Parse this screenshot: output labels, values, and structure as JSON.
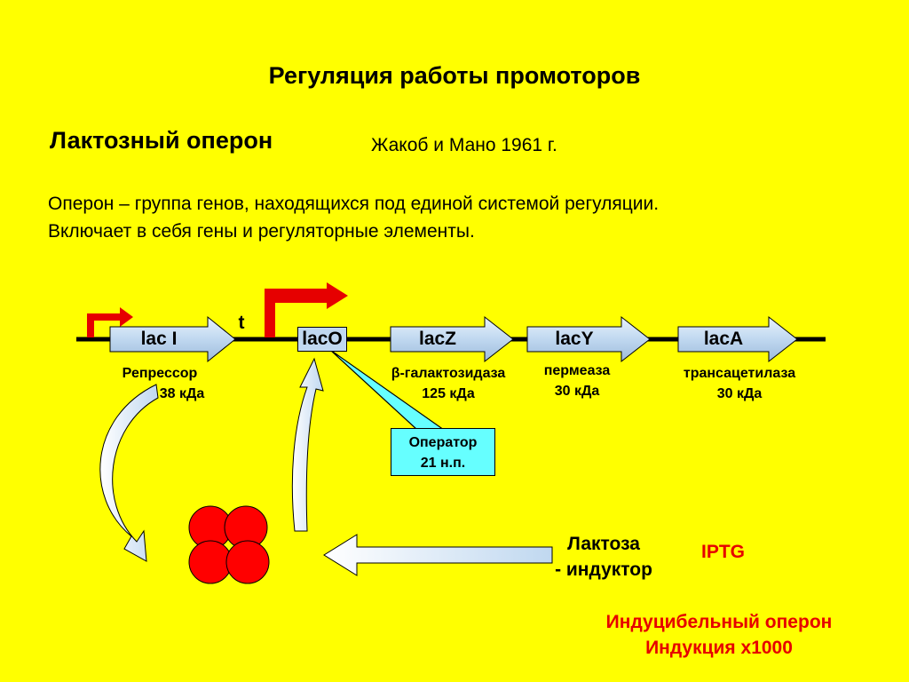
{
  "title": "Регуляция работы промоторов",
  "subtitle": "Лактозный оперон",
  "authors": "Жакоб и Мано 1961 г.",
  "description": [
    "Оперон – группа генов, находящихся под единой системой регуляции.",
    "Включает в себя гены и регуляторные элементы."
  ],
  "terminator_label": "t",
  "genes": [
    {
      "id": "lacI",
      "label": "lac I",
      "product": "Репрессор",
      "size": "38 кДа"
    },
    {
      "id": "lacO",
      "label": "lacO"
    },
    {
      "id": "lacZ",
      "label": "lacZ",
      "product": "β-галактозидаза",
      "size": "125 кДа"
    },
    {
      "id": "lacY",
      "label": "lacY",
      "product": "пермеаза",
      "size": "30 кДа"
    },
    {
      "id": "lacA",
      "label": "lacA",
      "product": "трансацетилаза",
      "size": "30 кДа"
    }
  ],
  "operator_callout": {
    "line1": "Оператор",
    "line2": "21 н.п."
  },
  "inducer": {
    "line1": "Лактоза",
    "line2": "- индуктор"
  },
  "iptg": "IPTG",
  "footer": {
    "line1": "Индуцибельный оперон",
    "line2": "Индукция х1000"
  },
  "colors": {
    "background": "#FFFF00",
    "gene_arrow_fill": "#C0D8F0",
    "promoter_arrow": "#E60000",
    "repressor_subunit": "#FF0000",
    "operator_callout_fill": "#66FFFF",
    "accent_text": "#E60000"
  }
}
